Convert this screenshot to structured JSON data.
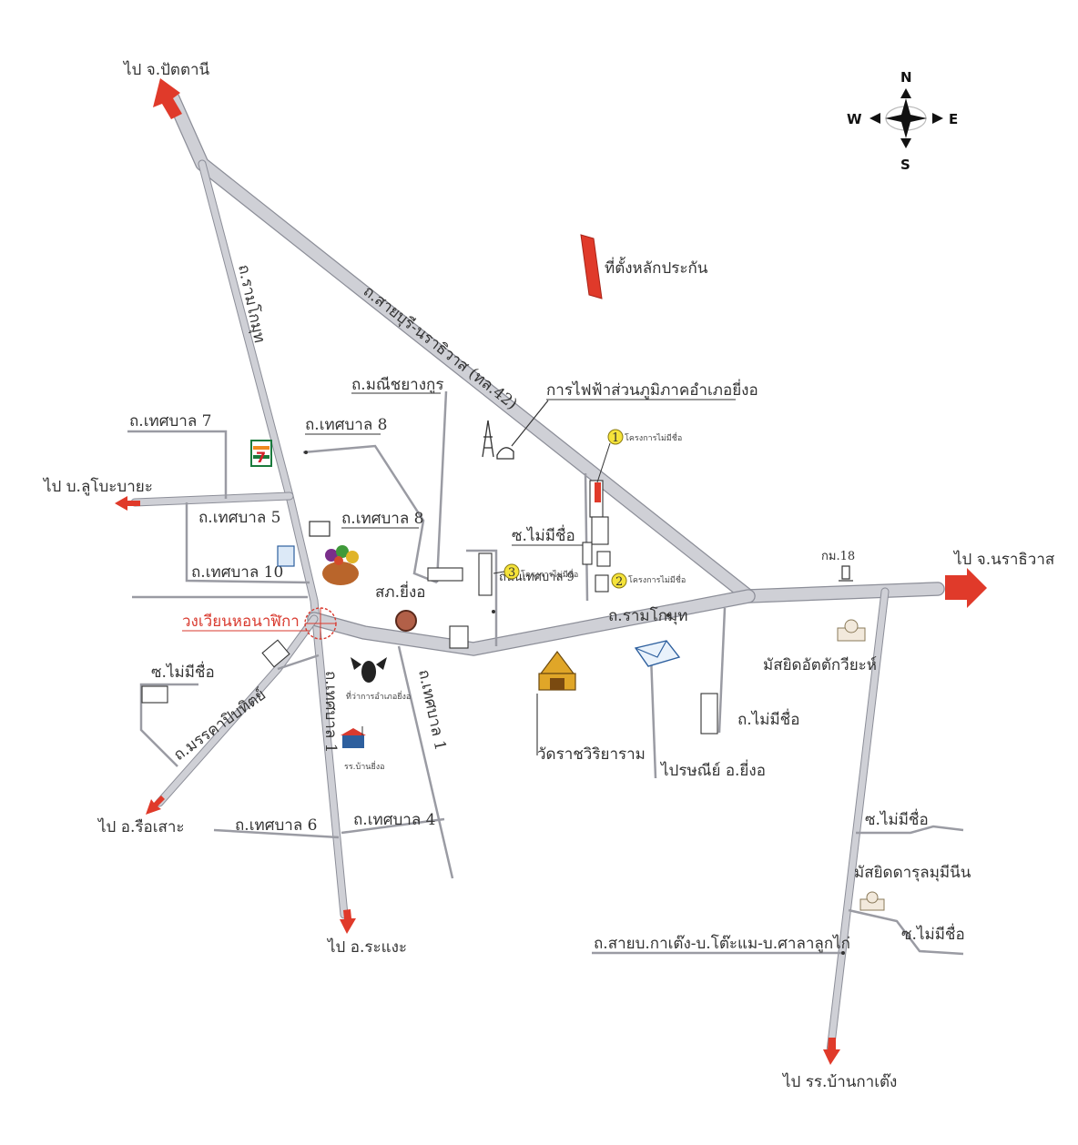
{
  "compass": {
    "north": "N",
    "south": "S",
    "east": "E",
    "west": "W"
  },
  "destinations": {
    "pattani": "ไป จ.ปัตตานี",
    "narathiwat": "ไป จ.นราธิวาส",
    "lubo_bayae": "ไป บ.ลูโบะบายะ",
    "rueso": "ไป อ.รือเสาะ",
    "rangae": "ไป อ.ระแงะ",
    "ban_katueng": "ไป รร.บ้านกาเต๊ง"
  },
  "roads": {
    "saiburi_narathiwat": "ถ.สายบุรี-นราธิวาส (ทล.42)",
    "ramkomut_west": "ถ.รามโกมุท",
    "ramkomut_east": "ถ.รามโกมุท",
    "manee_yangkoon": "ถ.มณีชยางกูร",
    "tessaban_7": "ถ.เทศบาล 7",
    "tessaban_8a": "ถ.เทศบาล 8",
    "tessaban_8b": "ถ.เทศบาล 8",
    "tessaban_5": "ถ.เทศบาล 5",
    "tessaban_10": "ถ.เทศบาล 10",
    "tessaban_9": "ถนนเทศบาล 9",
    "tessaban_1a": "ถ.เทศบาล 1",
    "tessaban_1b": "ถ.เทศบาล 1",
    "tessaban_6": "ถ.เทศบาล 6",
    "tessaban_4": "ถ.เทศบาล 4",
    "marga_pitak": "ถ.มรรคาปิบทิตย์",
    "soi_unnamed_1": "ซ.ไม่มีชื่อ",
    "soi_unnamed_2": "ซ.ไม่มีชื่อ",
    "soi_unnamed_3": "ซ.ไม่มีชื่อ",
    "soi_unnamed_4": "ซ.ไม่มีชื่อ",
    "road_unnamed": "ถ.ไม่มีชื่อ",
    "katueng_road": "ถ.สายบ.กาเต๊ง-บ.โต๊ะแม-บ.ศาลาลูกไก่",
    "km_marker": "กม.18"
  },
  "places": {
    "site": "ที่ตั้งหลักประกัน",
    "electricity": "การไฟฟ้าส่วนภูมิภาคอำเภอยี่งอ",
    "police": "สภ.ยี่งอ",
    "roundabout": "วงเวียนหอนาฬิกา",
    "district_office": "ที่ว่าการอำเภอยี่งอ",
    "school": "รร.บ้านยี่งอ",
    "temple": "วัดราชวิริยาราม",
    "post_office": "ไปรษณีย์ อ.ยี่งอ",
    "mosque_1": "มัสยิดอัตตักวียะห์",
    "mosque_2": "มัสยิดดารุลมุมีนีน"
  },
  "projects": {
    "p1_num": "1",
    "p1_label": "โครงการไม่มีชื่อ",
    "p2_num": "2",
    "p2_label": "โครงการไม่มีชื่อ",
    "p3_num": "3",
    "p3_label": "โครงการไม่มีชื่อ"
  },
  "icons": {
    "seven": "7",
    "arrow_color": "#e03a2a",
    "site_color": "#e03a2a",
    "project_marker_color": "#f5e33a"
  }
}
